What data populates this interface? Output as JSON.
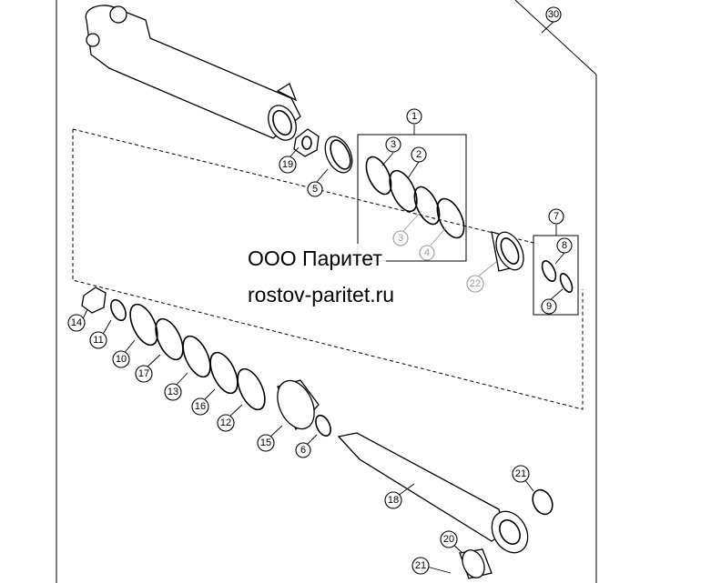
{
  "watermark": {
    "company": "ООО Паритет",
    "site": "rostov-paritet.ru"
  },
  "callouts": {
    "c30": "30",
    "c1": "1",
    "c3a": "3",
    "c2": "2",
    "c3b": "3",
    "c4": "4",
    "c19": "19",
    "c5": "5",
    "c22": "22",
    "c7": "7",
    "c8": "8",
    "c9": "9",
    "c14": "14",
    "c11": "11",
    "c10": "10",
    "c17": "17",
    "c13": "13",
    "c16": "16",
    "c12": "12",
    "c15": "15",
    "c6": "6",
    "c18": "18",
    "c21a": "21",
    "c20": "20",
    "c21b": "21"
  }
}
